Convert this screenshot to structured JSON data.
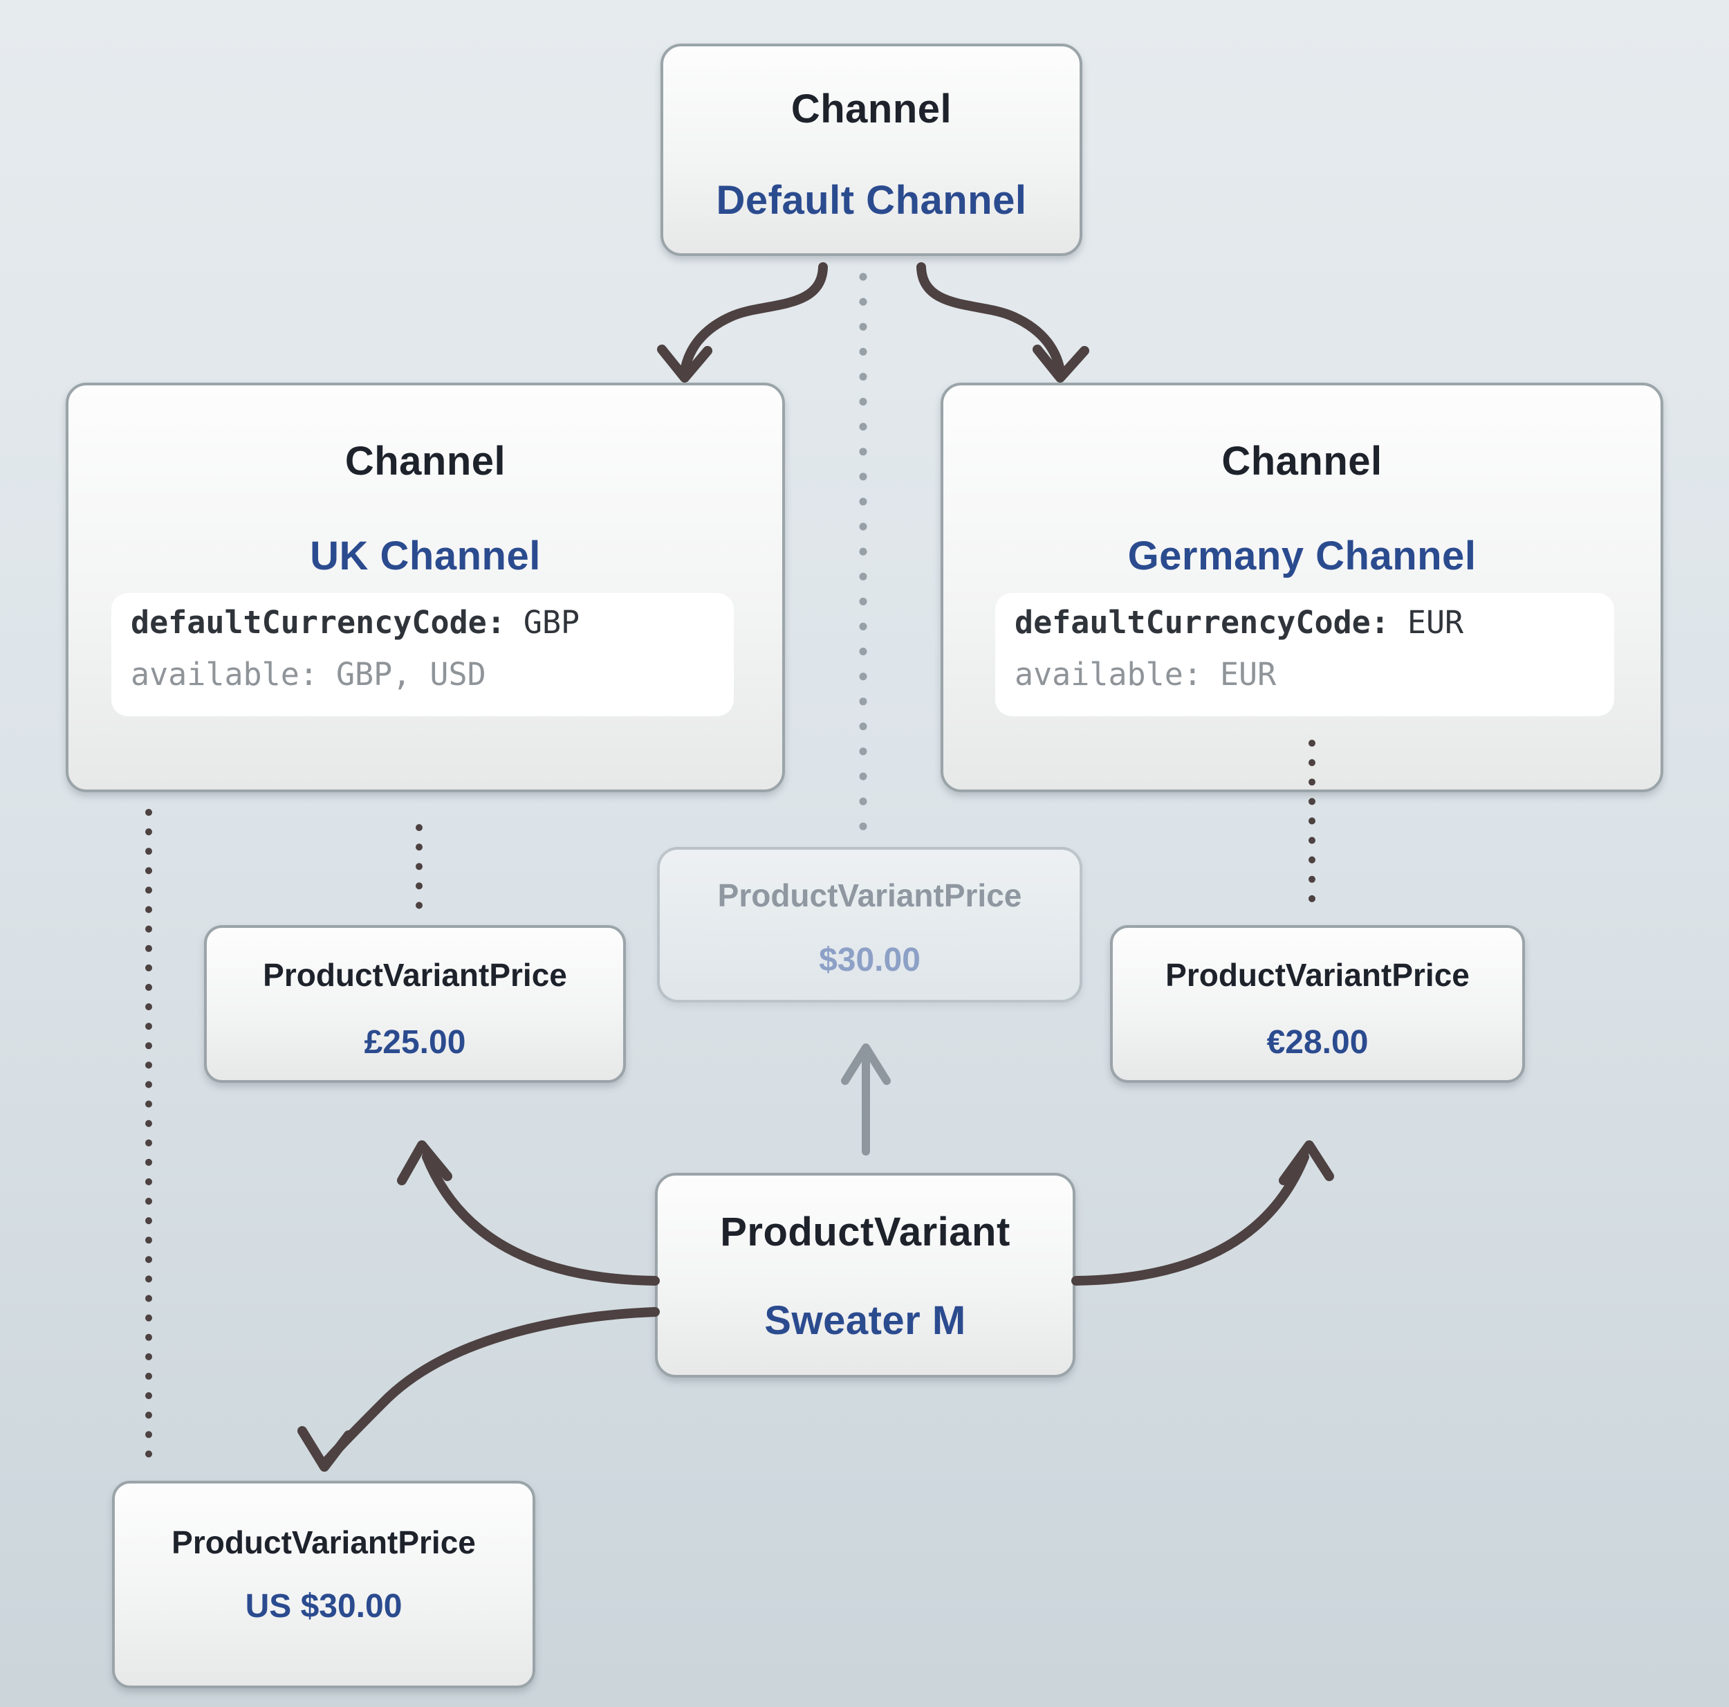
{
  "colors": {
    "bg_top": "#e6ebee",
    "bg_bottom": "#cbd5da",
    "accent_blue": "#2b4b8f",
    "heading_dark": "#1d222b",
    "code_dark": "#2f333a",
    "code_gray": "#8f9499",
    "arrow_dark": "#4d4141",
    "arrow_gray": "#8f979e",
    "dot_gray": "#97a0a7",
    "node_border": "#9aa4a9",
    "faded_title": "#8f97a0",
    "faded_value": "#8da0c6"
  },
  "nodes": {
    "default_channel": {
      "type": "Channel",
      "name": "Default Channel"
    },
    "uk_channel": {
      "type": "Channel",
      "name": "UK Channel",
      "code": {
        "line1_key": "defaultCurrencyCode:",
        "line1_value": "GBP",
        "line2_key": "available:",
        "line2_value": "GBP, USD"
      }
    },
    "germany_channel": {
      "type": "Channel",
      "name": "Germany Channel",
      "code": {
        "line1_key": "defaultCurrencyCode:",
        "line1_value": "EUR",
        "line2_key": "available:",
        "line2_value": "EUR"
      }
    },
    "default_price": {
      "type": "ProductVariantPrice",
      "value": "$30.00"
    },
    "uk_price": {
      "type": "ProductVariantPrice",
      "value": "£25.00"
    },
    "germany_price": {
      "type": "ProductVariantPrice",
      "value": "€28.00"
    },
    "usd_price": {
      "type": "ProductVariantPrice",
      "value": "US $30.00"
    },
    "product_variant": {
      "type": "ProductVariant",
      "name": "Sweater M"
    }
  }
}
